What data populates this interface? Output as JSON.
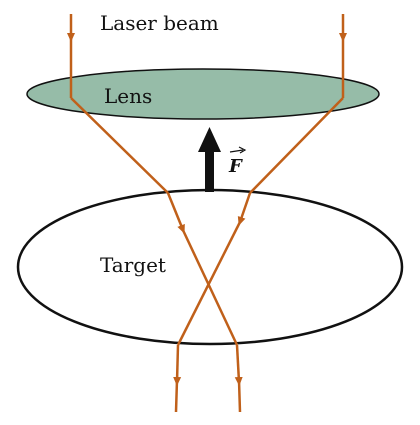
{
  "labels": {
    "laser_beam": "Laser beam",
    "lens": "Lens",
    "target": "Target",
    "force": "F"
  },
  "colors": {
    "beam": "#c0601a",
    "lens_fill": "#96bca8",
    "outline": "#111111",
    "arrow": "#111111",
    "background": "#ffffff"
  }
}
